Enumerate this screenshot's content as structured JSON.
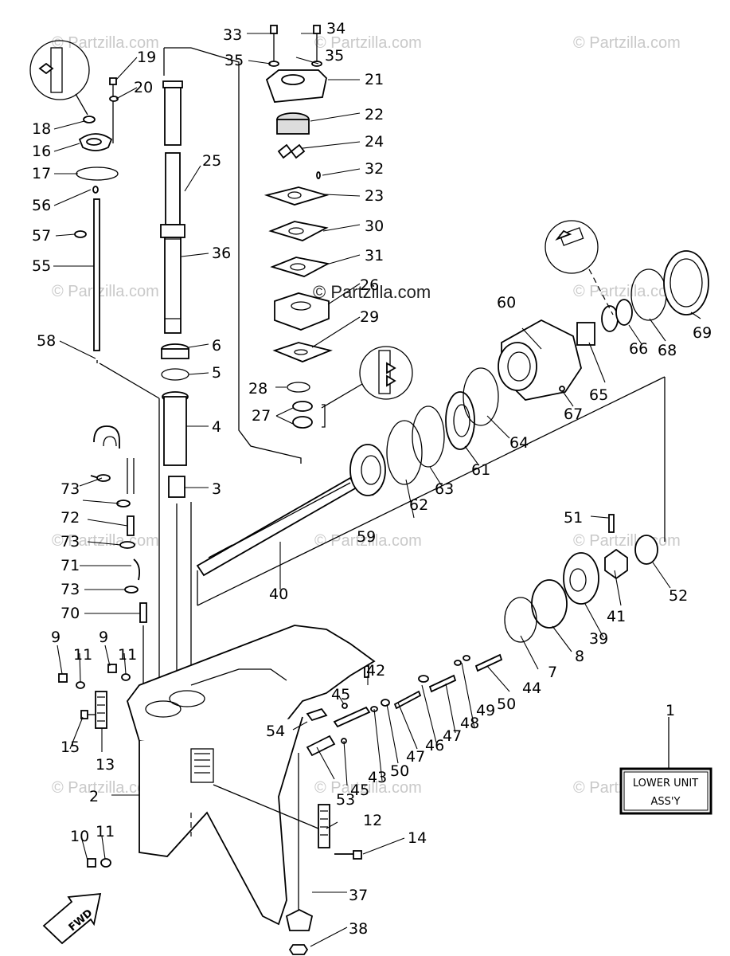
{
  "watermark": "© Partzilla.com",
  "watermark_center": "© Partzilla.com",
  "assembly_box": {
    "line1": "LOWER UNIT",
    "line2": "ASS'Y"
  },
  "fwd_label": "FWD",
  "parts": [
    {
      "id": "1",
      "label": "1"
    },
    {
      "id": "2",
      "label": "2"
    },
    {
      "id": "3",
      "label": "3"
    },
    {
      "id": "4",
      "label": "4"
    },
    {
      "id": "5",
      "label": "5"
    },
    {
      "id": "6",
      "label": "6"
    },
    {
      "id": "7",
      "label": "7"
    },
    {
      "id": "8",
      "label": "8"
    },
    {
      "id": "9a",
      "label": "9"
    },
    {
      "id": "9b",
      "label": "9"
    },
    {
      "id": "10",
      "label": "10"
    },
    {
      "id": "11a",
      "label": "11"
    },
    {
      "id": "11b",
      "label": "11"
    },
    {
      "id": "11c",
      "label": "11"
    },
    {
      "id": "12",
      "label": "12"
    },
    {
      "id": "13",
      "label": "13"
    },
    {
      "id": "14",
      "label": "14"
    },
    {
      "id": "15",
      "label": "15"
    },
    {
      "id": "16",
      "label": "16"
    },
    {
      "id": "17",
      "label": "17"
    },
    {
      "id": "18",
      "label": "18"
    },
    {
      "id": "19",
      "label": "19"
    },
    {
      "id": "20",
      "label": "20"
    },
    {
      "id": "21",
      "label": "21"
    },
    {
      "id": "22",
      "label": "22"
    },
    {
      "id": "23",
      "label": "23"
    },
    {
      "id": "24",
      "label": "24"
    },
    {
      "id": "25",
      "label": "25"
    },
    {
      "id": "26",
      "label": "26"
    },
    {
      "id": "27",
      "label": "27"
    },
    {
      "id": "28",
      "label": "28"
    },
    {
      "id": "29",
      "label": "29"
    },
    {
      "id": "30",
      "label": "30"
    },
    {
      "id": "31",
      "label": "31"
    },
    {
      "id": "32",
      "label": "32"
    },
    {
      "id": "33",
      "label": "33"
    },
    {
      "id": "34",
      "label": "34"
    },
    {
      "id": "35a",
      "label": "35"
    },
    {
      "id": "35b",
      "label": "35"
    },
    {
      "id": "36",
      "label": "36"
    },
    {
      "id": "37",
      "label": "37"
    },
    {
      "id": "38",
      "label": "38"
    },
    {
      "id": "39",
      "label": "39"
    },
    {
      "id": "40",
      "label": "40"
    },
    {
      "id": "41",
      "label": "41"
    },
    {
      "id": "42",
      "label": "42"
    },
    {
      "id": "43",
      "label": "43"
    },
    {
      "id": "44",
      "label": "44"
    },
    {
      "id": "45a",
      "label": "45"
    },
    {
      "id": "45b",
      "label": "45"
    },
    {
      "id": "46",
      "label": "46"
    },
    {
      "id": "47a",
      "label": "47"
    },
    {
      "id": "47b",
      "label": "47"
    },
    {
      "id": "48",
      "label": "48"
    },
    {
      "id": "49",
      "label": "49"
    },
    {
      "id": "50a",
      "label": "50"
    },
    {
      "id": "50b",
      "label": "50"
    },
    {
      "id": "51",
      "label": "51"
    },
    {
      "id": "52",
      "label": "52"
    },
    {
      "id": "53",
      "label": "53"
    },
    {
      "id": "54",
      "label": "54"
    },
    {
      "id": "55",
      "label": "55"
    },
    {
      "id": "56",
      "label": "56"
    },
    {
      "id": "57",
      "label": "57"
    },
    {
      "id": "58",
      "label": "58"
    },
    {
      "id": "59",
      "label": "59"
    },
    {
      "id": "60",
      "label": "60"
    },
    {
      "id": "61",
      "label": "61"
    },
    {
      "id": "62",
      "label": "62"
    },
    {
      "id": "63",
      "label": "63"
    },
    {
      "id": "64",
      "label": "64"
    },
    {
      "id": "65",
      "label": "65"
    },
    {
      "id": "66",
      "label": "66"
    },
    {
      "id": "67",
      "label": "67"
    },
    {
      "id": "68",
      "label": "68"
    },
    {
      "id": "69",
      "label": "69"
    },
    {
      "id": "70",
      "label": "70"
    },
    {
      "id": "71",
      "label": "71"
    },
    {
      "id": "72",
      "label": "72"
    },
    {
      "id": "73a",
      "label": "73"
    },
    {
      "id": "73b",
      "label": "73"
    },
    {
      "id": "73c",
      "label": "73"
    }
  ]
}
